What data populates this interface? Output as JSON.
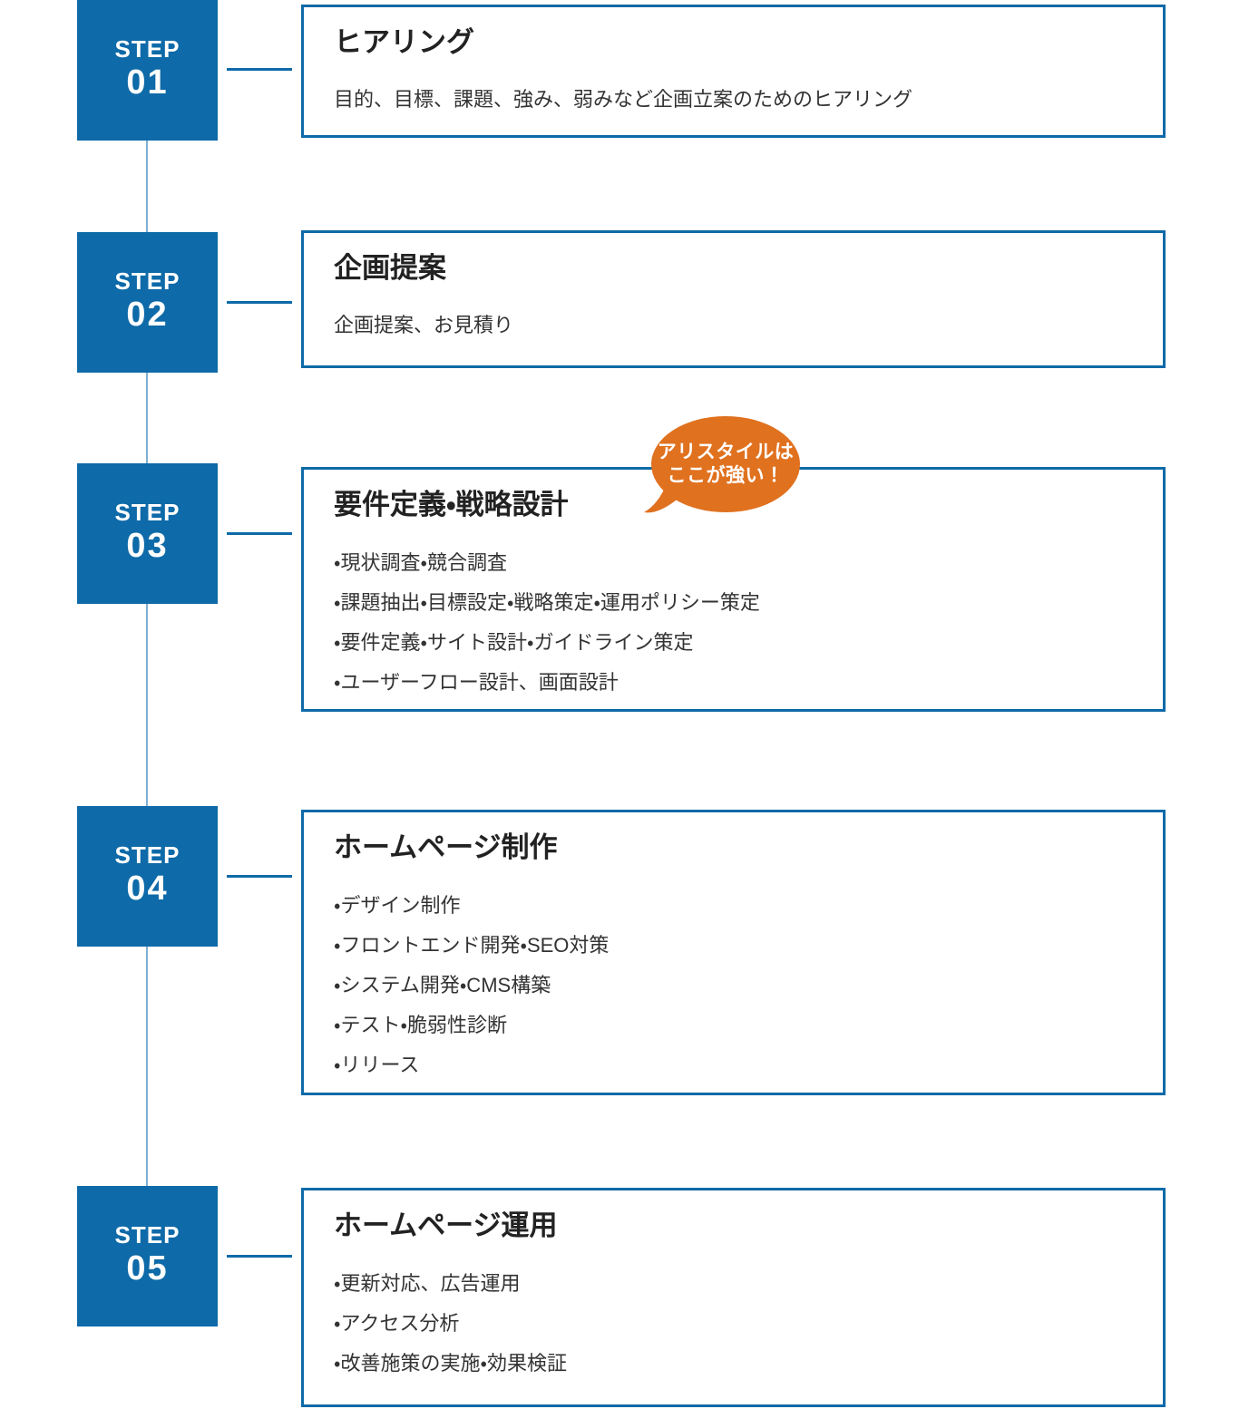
{
  "colors": {
    "primary_blue": "#0e6aa8",
    "light_connector_blue": "#7fafd2",
    "callout_orange": "#e0711f",
    "text_dark": "#333333",
    "box_background": "#ffffff"
  },
  "callout": {
    "line1": "アリスタイルは",
    "line2": "ここが強い！"
  },
  "steps": [
    {
      "label": "STEP",
      "number": "01",
      "title": "ヒアリング",
      "desc": "目的、目標、課題、強み、弱みなど企画立案のためのヒアリング",
      "items": []
    },
    {
      "label": "STEP",
      "number": "02",
      "title": "企画提案",
      "desc": "企画提案、お見積り",
      "items": []
    },
    {
      "label": "STEP",
      "number": "03",
      "title": "要件定義・戦略設計",
      "desc": "",
      "items": [
        "・現状調査・競合調査",
        "・課題抽出・目標設定・戦略策定・運用ポリシー策定",
        "・要件定義・サイト設計・ガイドライン策定",
        "・ユーザーフロー設計、画面設計"
      ]
    },
    {
      "label": "STEP",
      "number": "04",
      "title": "ホームページ制作",
      "desc": "",
      "items": [
        "・デザイン制作",
        "・フロントエンド開発・SEO対策",
        "・システム開発・CMS構築",
        "・テスト・脆弱性診断",
        "・リリース"
      ]
    },
    {
      "label": "STEP",
      "number": "05",
      "title": "ホームページ運用",
      "desc": "",
      "items": [
        "・更新対応、広告運用",
        "・アクセス分析",
        "・改善施策の実施・効果検証"
      ]
    }
  ]
}
